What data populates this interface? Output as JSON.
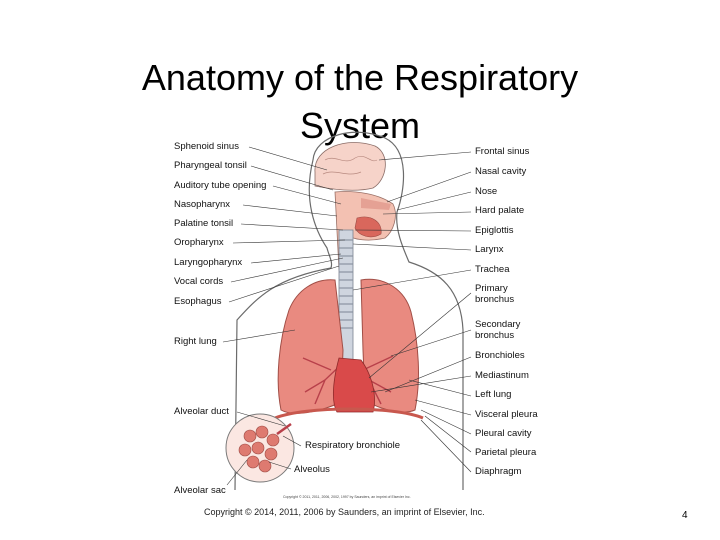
{
  "slide": {
    "title_line1": "Anatomy of the Respiratory",
    "title_line2": "System",
    "copyright": "Copyright © 2014, 2011, 2006 by Saunders, an imprint of Elsevier, Inc.",
    "page_number": "4"
  },
  "figure": {
    "credit": "Copyright © 2011, 2011, 2006, 2002, 1997 by Saunders, an imprint of Elsevier Inc.",
    "left_labels": [
      "Sphenoid sinus",
      "Pharyngeal tonsil",
      "Auditory tube opening",
      "Nasopharynx",
      "Palatine tonsil",
      "Oropharynx",
      "Laryngopharynx",
      "Vocal cords",
      "Esophagus",
      "Right lung",
      "Alveolar duct",
      "Alveolar sac"
    ],
    "right_labels": [
      "Frontal sinus",
      "Nasal cavity",
      "Nose",
      "Hard palate",
      "Epiglottis",
      "Larynx",
      "Trachea",
      "Primary",
      "bronchus",
      "Secondary",
      "bronchus",
      "Bronchioles",
      "Mediastinum",
      "Left lung",
      "Visceral pleura",
      "Pleural cavity",
      "Parietal pleura",
      "Diaphragm"
    ],
    "inner_labels": [
      "Respiratory bronchiole",
      "Alveolus"
    ]
  },
  "colors": {
    "lung": "#e98a80",
    "tissue": "#f3c1b2",
    "cartilage": "#cfd5df",
    "outline": "#6b6b6b"
  }
}
